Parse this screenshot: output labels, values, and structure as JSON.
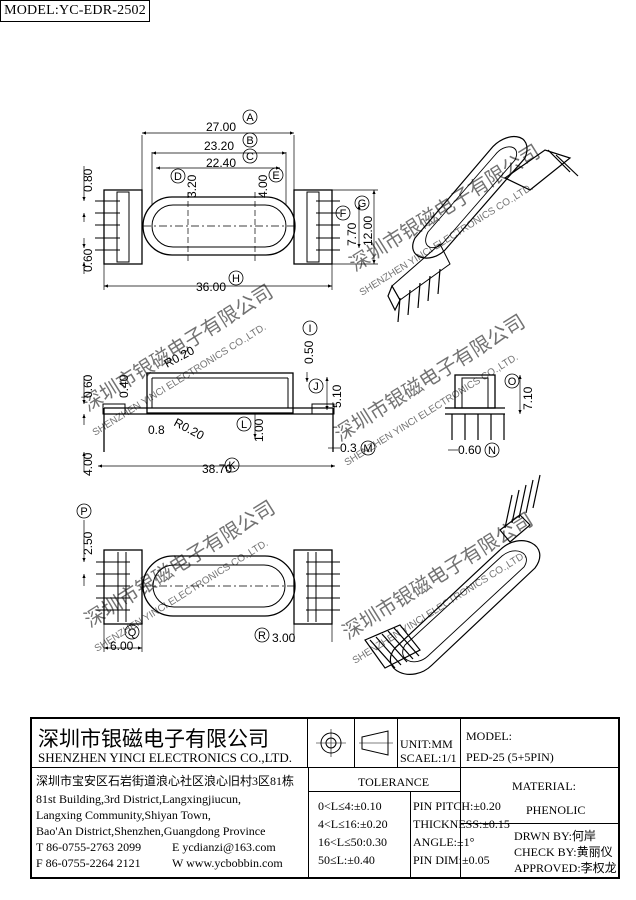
{
  "model": "MODEL:YC-EDR-2502",
  "watermark": {
    "company_cn": "深圳市银磁电子有限公司",
    "company_en": "SHENZHEN YINCI ELECTRONICS CO.,LTD.",
    "color": "#7fcf9a"
  },
  "top_view": {
    "dims": {
      "A": "27.00",
      "B": "23.20",
      "C": "22.40",
      "D": "3.20",
      "E": "4.00",
      "F": "7.70",
      "G": "12.00",
      "H": "36.00",
      "left1": "0.80",
      "left2": "0.60"
    },
    "labels": [
      "A",
      "B",
      "C",
      "D",
      "E",
      "F",
      "G",
      "H"
    ]
  },
  "side_view": {
    "dims": {
      "I": "0.50",
      "J": "5.10",
      "K": "38.70",
      "L": "1.00",
      "M": "0.3",
      "r1": "R0.20",
      "r2": "R0.20",
      "v040": "0.40",
      "v060": "0.60",
      "v08": "0.8",
      "v400": "4.00"
    },
    "labels": [
      "I",
      "J",
      "K",
      "L",
      "M"
    ]
  },
  "end_view": {
    "dims": {
      "O": "7.10",
      "N": "0.60"
    },
    "labels": [
      "O",
      "N"
    ]
  },
  "bottom_view": {
    "dims": {
      "P": "2.50",
      "Q": "6.00",
      "R": "3.00"
    },
    "labels": [
      "P",
      "Q",
      "R"
    ]
  },
  "title_block": {
    "company_cn": "深圳市银磁电子有限公司",
    "company_en": "SHENZHEN YINCI ELECTRONICS CO.,LTD.",
    "address_cn": "深圳市宝安区石岩街道浪心社区浪心旧村3区81栋",
    "address_en": [
      "81st Building,3rd District,Langxingjiucun,",
      "Langxing Community,Shiyan Town,",
      "Bao'An District,Shenzhen,Guangdong Province"
    ],
    "tel": "T 86-0755-2763 2099",
    "fax": "F 86-0755-2264 2121",
    "email": "E ycdianzi@163.com",
    "web": "W www.ycbobbin.com",
    "unit": "UNIT:MM",
    "scale": "SCAEL:1/1",
    "model_label": "MODEL:",
    "model_value": "PED-25 (5+5PIN)",
    "tolerance_title": "TOLERANCE",
    "tolerances": [
      "0<L≤4:±0.10",
      "4<L≤16:±0.20",
      "16<L≤50:0.30",
      "50≤L:±0.40"
    ],
    "specs": [
      "PIN PITCH:±0.20",
      "THICKNESS:±0.15",
      "ANGLE:±1°",
      "PIN DIM:±0.05"
    ],
    "material_label": "MATERIAL:",
    "material_value": "PHENOLIC",
    "drawn_by": "DRWN BY:何岸",
    "check_by": "CHECK BY:黄丽仪",
    "approved": "APPROVED:李权龙"
  }
}
